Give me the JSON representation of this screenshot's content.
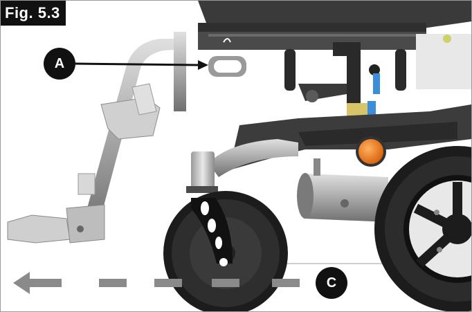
{
  "figure": {
    "label": "Fig. 5.3"
  },
  "callouts": {
    "a": "A",
    "c": "C"
  },
  "colors": {
    "frame_dark": "#2a2a2a",
    "frame_mid": "#5a5a5a",
    "metal_light": "#bdbdbd",
    "tire_dark": "#1c1c1c",
    "accent_orange": "#f07820",
    "accent_blue": "#3a8fd8",
    "arrow_gray": "#8a8a8a"
  },
  "icons": [
    "wheelchair-illustration",
    "direction-arrow-icon"
  ]
}
